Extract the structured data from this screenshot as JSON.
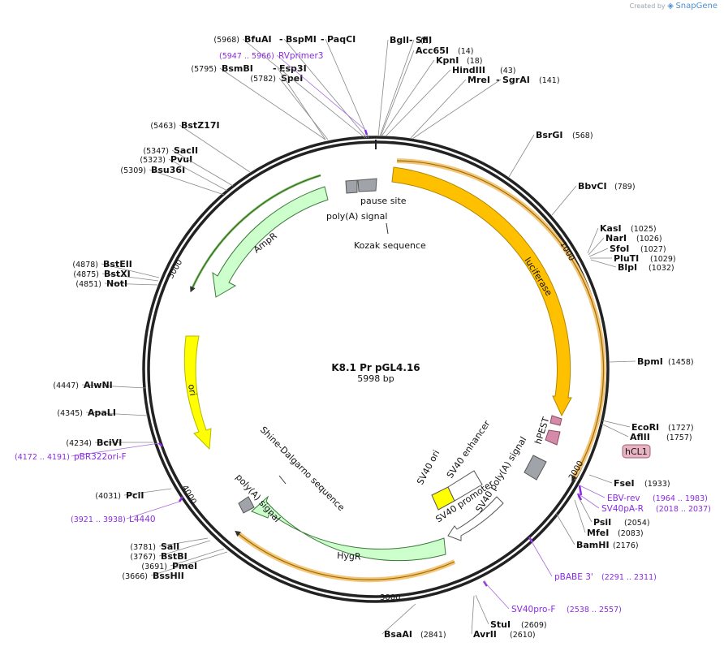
{
  "branding": {
    "created_by": "Created by",
    "app": "SnapGene"
  },
  "plasmid": {
    "name": "K8.1 Pr pGL4.16",
    "size": "5998 bp"
  },
  "ticks": [
    "1000",
    "2000",
    "3000",
    "4000",
    "5000"
  ],
  "enzymes": [
    {
      "name": "BglI",
      "pos": "(8)"
    },
    {
      "name": "SfiI",
      "pos": ""
    },
    {
      "name": "Acc65I",
      "pos": "(14)"
    },
    {
      "name": "KpnI",
      "pos": "(18)"
    },
    {
      "name": "HindIII",
      "pos": "(43)"
    },
    {
      "name": "MreI",
      "pos": ""
    },
    {
      "name": "SgrAI",
      "pos": "(141)"
    },
    {
      "name": "BsrGI",
      "pos": "(568)"
    },
    {
      "name": "BbvCI",
      "pos": "(789)"
    },
    {
      "name": "KasI",
      "pos": "(1025)"
    },
    {
      "name": "NarI",
      "pos": "(1026)"
    },
    {
      "name": "SfoI",
      "pos": "(1027)"
    },
    {
      "name": "PluTI",
      "pos": "(1029)"
    },
    {
      "name": "BlpI",
      "pos": "(1032)"
    },
    {
      "name": "BpmI",
      "pos": "(1458)"
    },
    {
      "name": "EcoRI",
      "pos": "(1727)"
    },
    {
      "name": "AflII",
      "pos": "(1757)"
    },
    {
      "name": "FseI",
      "pos": "(1933)"
    },
    {
      "name": "PsiI",
      "pos": "(2054)"
    },
    {
      "name": "MfeI",
      "pos": "(2083)"
    },
    {
      "name": "BamHI",
      "pos": "(2176)"
    },
    {
      "name": "StuI",
      "pos": "(2609)"
    },
    {
      "name": "AvrII",
      "pos": "(2610)"
    },
    {
      "name": "BsaAI",
      "pos": "(2841)"
    },
    {
      "name": "BssHII",
      "pos": "(3666)"
    },
    {
      "name": "PmeI",
      "pos": "(3691)"
    },
    {
      "name": "BstBI",
      "pos": "(3767)"
    },
    {
      "name": "SalI",
      "pos": "(3781)"
    },
    {
      "name": "PciI",
      "pos": "(4031)"
    },
    {
      "name": "BciVI",
      "pos": "(4234)"
    },
    {
      "name": "ApaLI",
      "pos": "(4345)"
    },
    {
      "name": "AlwNI",
      "pos": "(4447)"
    },
    {
      "name": "NotI",
      "pos": "(4851)"
    },
    {
      "name": "BstXI",
      "pos": "(4875)"
    },
    {
      "name": "BstEII",
      "pos": "(4878)"
    },
    {
      "name": "Bsu36I",
      "pos": "(5309)"
    },
    {
      "name": "PvuI",
      "pos": "(5323)"
    },
    {
      "name": "SacII",
      "pos": "(5347)"
    },
    {
      "name": "BstZ17I",
      "pos": "(5463)"
    },
    {
      "name": "SpeI",
      "pos": "(5782)"
    },
    {
      "name": "BsmBI",
      "pos": "(5795)"
    },
    {
      "name": "Esp3I",
      "pos": ""
    },
    {
      "name": "BfuAI",
      "pos": "(5968)"
    },
    {
      "name": "BspMI",
      "pos": ""
    },
    {
      "name": "PaqCI",
      "pos": ""
    }
  ],
  "primers": [
    {
      "name": "RVprimer3",
      "range": "(5947 .. 5966)"
    },
    {
      "name": "EBV-rev",
      "range": "(1964 .. 1983)"
    },
    {
      "name": "SV40pA-R",
      "range": "(2018 .. 2037)"
    },
    {
      "name": "pBABE 3'",
      "range": "(2291 .. 2311)"
    },
    {
      "name": "SV40pro-F",
      "range": "(2538 .. 2557)"
    },
    {
      "name": "L4440",
      "range": "(3921 .. 3938)"
    },
    {
      "name": "pBR322ori-F",
      "range": "(4172 .. 4191)"
    }
  ],
  "features": [
    {
      "name": "luciferase",
      "color": "#ffc000"
    },
    {
      "name": "hPEST",
      "color": "#d48aa8"
    },
    {
      "name": "hCL1",
      "color": "#e8b4c4"
    },
    {
      "name": "HygR",
      "color": "#ccffcc"
    },
    {
      "name": "AmpR",
      "color": "#ccffcc"
    },
    {
      "name": "ori",
      "color": "#ffff00"
    },
    {
      "name": "SV40 ori",
      "color": "#ffff00"
    },
    {
      "name": "SV40 enhancer",
      "color": "#ffffff"
    },
    {
      "name": "SV40 promoter",
      "color": "#ffffff"
    },
    {
      "name": "SV40 poly(A) signal",
      "color": "#a0a4aa"
    },
    {
      "name": "poly(A) signal",
      "color": "#a0a4aa"
    },
    {
      "name": "pause site",
      "color": "#a0a4aa"
    },
    {
      "name": "Kozak sequence",
      "color": "#ffffff"
    },
    {
      "name": "Shine-Dalgarno sequence",
      "color": "#ffffff"
    }
  ]
}
